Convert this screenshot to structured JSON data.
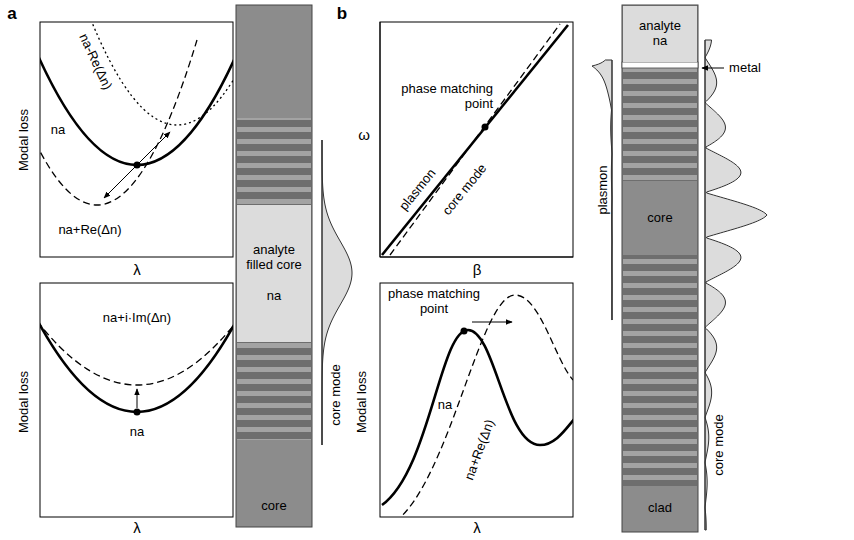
{
  "diagram": {
    "nodes": [
      {
        "text": [
          "analyte filled core",
          "na"
        ]
      },
      {
        "text": [
          "core"
        ]
      },
      {
        "text": [
          "analyte na"
        ]
      },
      {
        "text": [
          "core"
        ]
      },
      {
        "text": [
          "clad"
        ]
      }
    ],
    "labels": [
      "a",
      "Modal loss",
      "na-Re(Δn)",
      "na",
      "na+Re(Δn)",
      "λ",
      "Modal loss",
      "na+i·Im(Δn)",
      "na",
      "λ",
      "core mode",
      "b",
      "ω",
      "phase matching point",
      "plasmon",
      "core mode",
      "β",
      "Modal loss",
      "phase matching point",
      "na",
      "na+Re(Δn)",
      "λ",
      "metal",
      "plasmon",
      "core mode"
    ]
  }
}
